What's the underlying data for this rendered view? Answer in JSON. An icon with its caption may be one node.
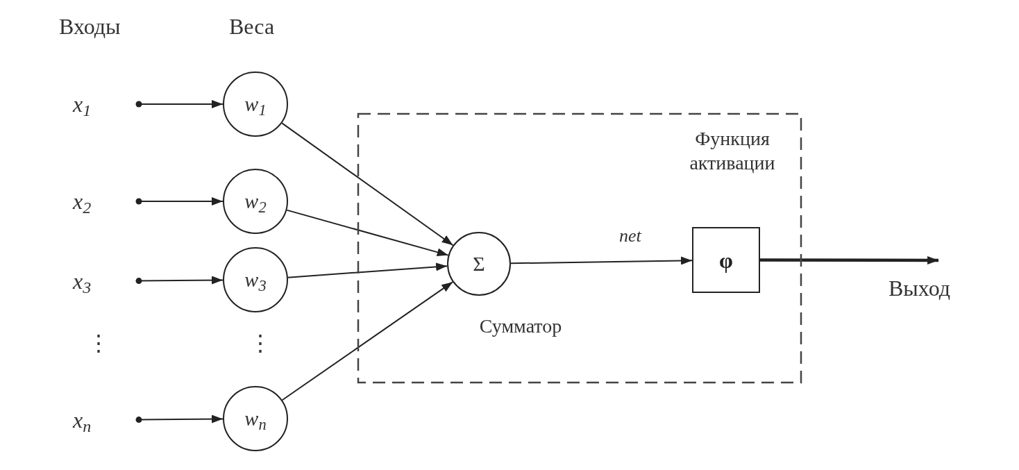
{
  "diagram": {
    "nodes": [
      {
        "text": [
          "x$_{1}$"
        ]
      },
      {
        "text": [
          "x$_{2}$"
        ]
      },
      {
        "text": [
          "x$_{3}$"
        ]
      },
      {
        "text": [
          "x$_{n}$"
        ]
      },
      {
        "text": [
          "w$_{1}$"
        ]
      },
      {
        "text": [
          "w$_{2}$"
        ]
      },
      {
        "text": [
          "w$_{3}$"
        ]
      },
      {
        "text": [
          "w$_{n}$"
        ]
      },
      {
        "text": [],
        "shape": "box"
      },
      {
        "text": [
          "Σ"
        ],
        "in": 8,
        "beside": [
          "Сумматор"
        ]
      },
      {
        "text": [
          "φ"
        ],
        "in": 8,
        "beside": [
          "Функция активации"
        ]
      },
      {
        "text": [
          "Выход"
        ]
      }
    ],
    "edges": [
      {
        "from": 0,
        "to": 4,
        "arrow": "to"
      },
      {
        "from": 1,
        "to": 5,
        "arrow": "to"
      },
      {
        "from": 2,
        "to": 6,
        "arrow": "to"
      },
      {
        "from": 3,
        "to": 7,
        "arrow": "to"
      },
      {
        "from": 4,
        "to": 9,
        "arrow": "to"
      },
      {
        "from": 5,
        "to": 9,
        "arrow": "to"
      },
      {
        "from": 6,
        "to": 9,
        "arrow": "to"
      },
      {
        "from": 7,
        "to": 9,
        "arrow": "to"
      },
      {
        "from": 9,
        "to": 10,
        "arrow": "to",
        "label": "net"
      },
      {
        "from": 10,
        "to": 11,
        "arrow": "to",
        "style": "thick"
      }
    ],
    "labels": [
      "Входы",
      "Веса",
      "⋮",
      "⋮"
    ]
  }
}
